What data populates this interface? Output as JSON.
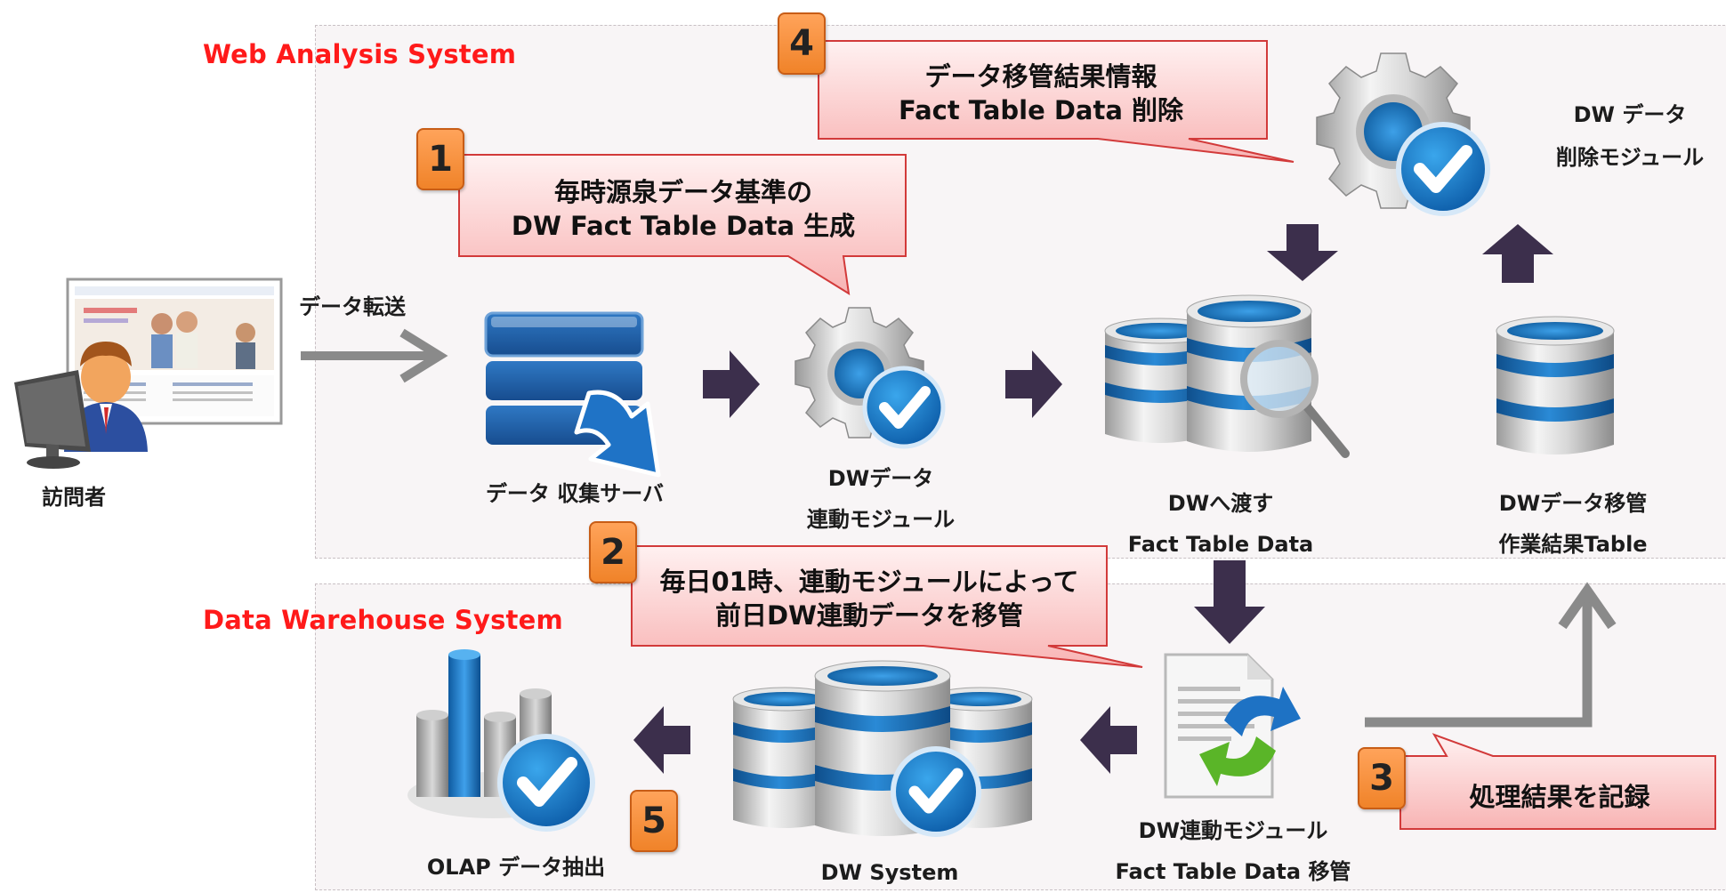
{
  "regions": {
    "web_title": "Web Analysis System",
    "dw_title": "Data Warehouse System"
  },
  "nodes": {
    "visitor": "訪問者",
    "transfer": "データ転送",
    "collect_server": "データ 収集サーバ",
    "link_module_1": "DWデータ",
    "link_module_2": "連動モジュール",
    "fact_pass_1": "DWへ渡す",
    "fact_pass_2": "Fact Table Data",
    "result_table_1": "DWデータ移管",
    "result_table_2": "作業結果Table",
    "delete_module_1": "DW データ",
    "delete_module_2": "削除モジュール",
    "migrate_1": "DW連動モジュール",
    "migrate_2": "Fact Table Data 移管",
    "dw_system": "DW System",
    "olap": "OLAP データ抽出"
  },
  "callouts": {
    "c1_line1": "毎時源泉データ基準の",
    "c1_line2": "DW Fact Table Data 生成",
    "c2_line1": "毎日01時、連動モジュールによって",
    "c2_line2": "前日DW連動データを移管",
    "c3_line1": "処理結果を記録",
    "c4_line1": "データ移管結果情報",
    "c4_line2": "Fact Table Data 削除"
  },
  "badges": {
    "b1": "1",
    "b2": "2",
    "b3": "3",
    "b4": "4",
    "b5": "5"
  },
  "colors": {
    "region_title": "#ff1a1a",
    "arrow_dark": "#3c2f4c",
    "arrow_gray": "#8a8a8a",
    "callout_fill": "#fcd0d0",
    "callout_border": "#d23a3a",
    "badge_fill": "#f6913c",
    "db_blue": "#1f7fc4"
  }
}
